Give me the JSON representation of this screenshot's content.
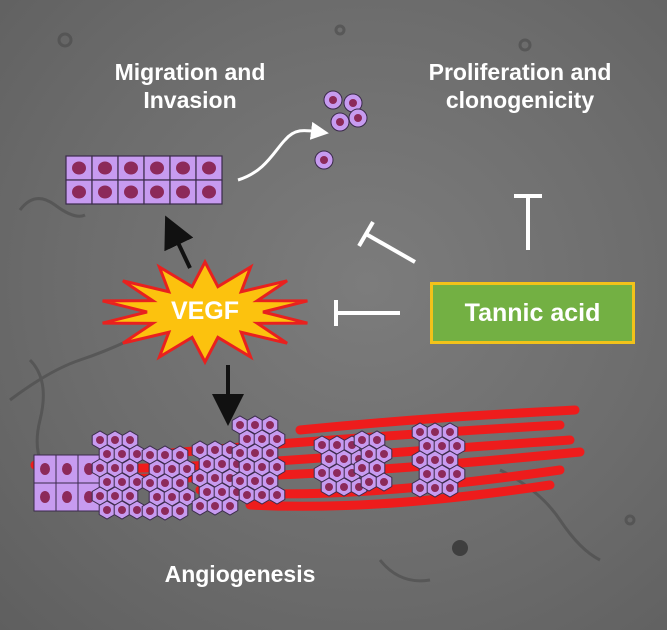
{
  "labels": {
    "migration": "Migration and Invasion",
    "proliferation": "Proliferation and clonogenicity",
    "angiogenesis": "Angiogenesis",
    "vegf": "VEGF",
    "tannic_acid": "Tannic acid"
  },
  "colors": {
    "cell_fill": "#c79bf0",
    "nucleus": "#8c2a5a",
    "vessel": "#ee1c1c",
    "vegf_star_fill": "#fcc20e",
    "vegf_star_border": "#e8211f",
    "tannic_box_fill": "#73b043",
    "tannic_box_border": "#f2c21a",
    "arrow_black": "#111111",
    "inhibit_white": "#ffffff"
  }
}
